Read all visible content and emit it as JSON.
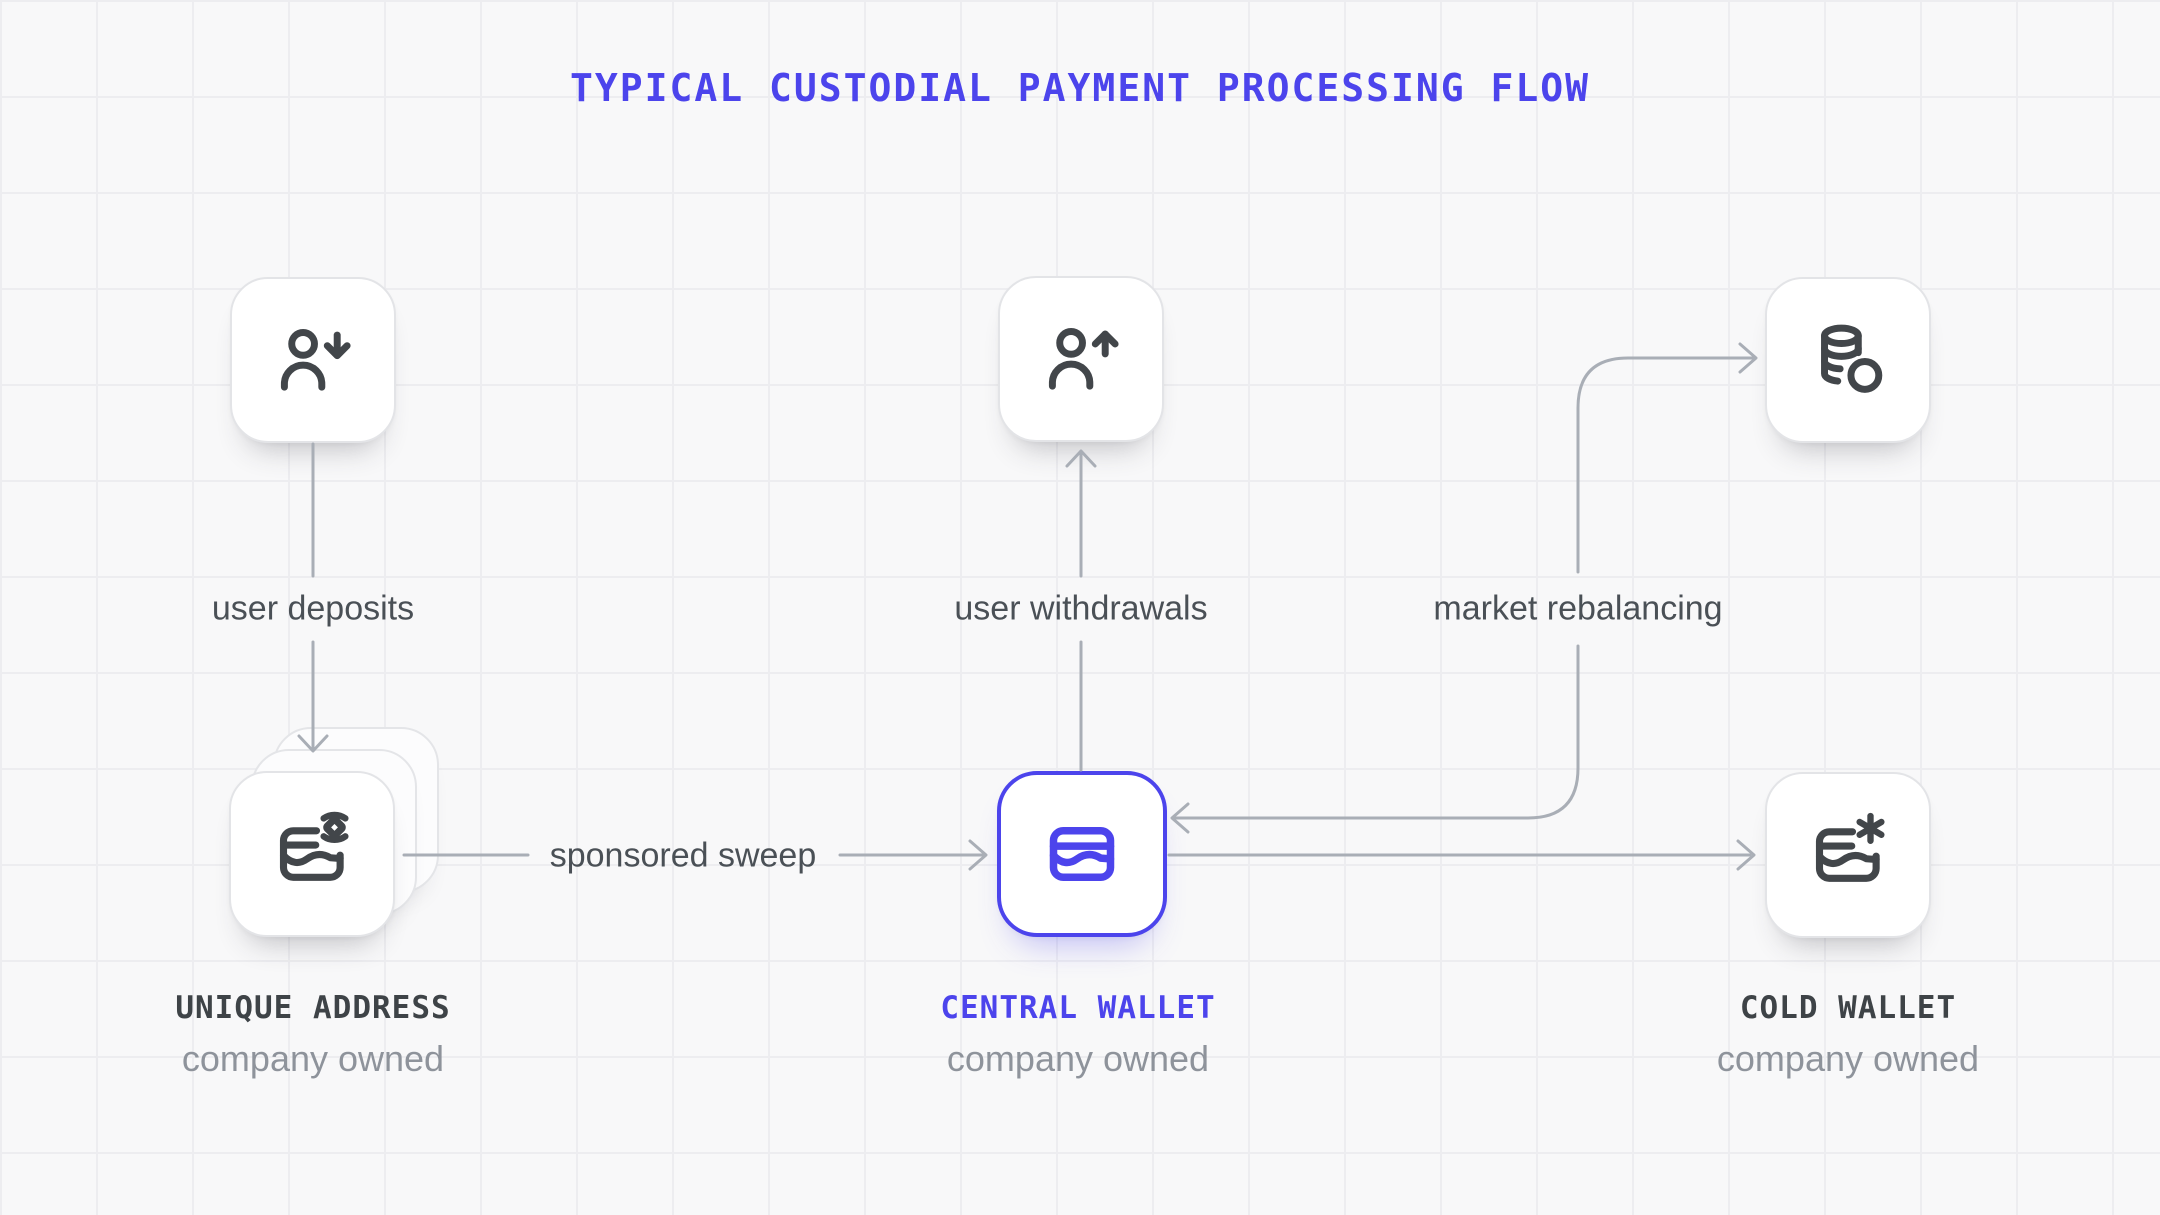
{
  "title": "TYPICAL CUSTODIAL PAYMENT PROCESSING FLOW",
  "colors": {
    "accent": "#4C44EC",
    "icon": "#42464A",
    "connector": "#A9AEB6",
    "edge_label": "#4A5056",
    "node_title": "#3E4347",
    "subtitle": "#8E939B",
    "background": "#F8F8F9"
  },
  "nodes": [
    {
      "id": "user-deposit-source",
      "icon": "user-arrow-down-icon",
      "title": "",
      "subtitle": ""
    },
    {
      "id": "user-withdrawal-target",
      "icon": "user-arrow-up-icon",
      "title": "",
      "subtitle": ""
    },
    {
      "id": "market",
      "icon": "coins-icon",
      "title": "",
      "subtitle": ""
    },
    {
      "id": "unique-address",
      "icon": "wallet-signal-icon",
      "title": "UNIQUE ADDRESS",
      "subtitle": "company owned",
      "stacked": true
    },
    {
      "id": "central-wallet",
      "icon": "wallet-icon",
      "title": "CENTRAL WALLET",
      "subtitle": "company owned",
      "highlighted": true
    },
    {
      "id": "cold-wallet",
      "icon": "wallet-snowflake-icon",
      "title": "COLD WALLET",
      "subtitle": "company owned"
    }
  ],
  "edges": [
    {
      "id": "user-deposits",
      "label": "user deposits",
      "from": "user-deposit-source",
      "to": "unique-address",
      "direction": "down"
    },
    {
      "id": "sponsored-sweep",
      "label": "sponsored sweep",
      "from": "unique-address",
      "to": "central-wallet",
      "direction": "right"
    },
    {
      "id": "user-withdrawals",
      "label": "user withdrawals",
      "from": "central-wallet",
      "to": "user-withdrawal-target",
      "direction": "up"
    },
    {
      "id": "market-rebalancing",
      "label": "market rebalancing",
      "from": "central-wallet",
      "to": "market",
      "direction": "both"
    },
    {
      "id": "central-to-cold",
      "label": "",
      "from": "central-wallet",
      "to": "cold-wallet",
      "direction": "right"
    }
  ]
}
